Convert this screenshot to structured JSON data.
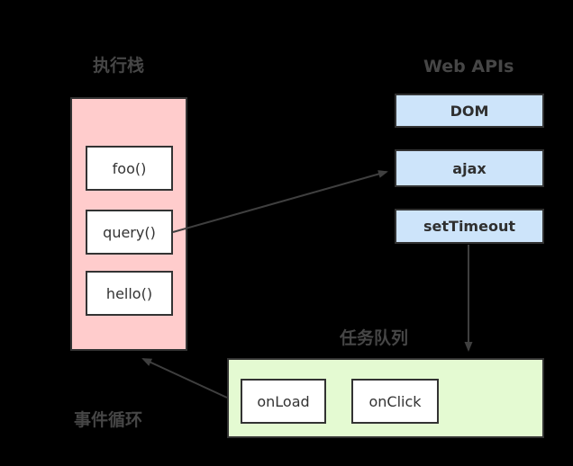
{
  "diagram": {
    "execution_stack": {
      "title": "执行栈",
      "frames": [
        "foo()",
        "query()",
        "hello()"
      ]
    },
    "web_apis": {
      "title": "Web APIs",
      "items": [
        "DOM",
        "ajax",
        "setTimeout"
      ]
    },
    "task_queue": {
      "title": "任务队列",
      "items": [
        "onLoad",
        "onClick"
      ]
    },
    "event_loop_label": "事件循环",
    "arrows": [
      {
        "name": "query-to-ajax",
        "from": "query()",
        "to": "ajax"
      },
      {
        "name": "settimeout-to-task-queue",
        "from": "setTimeout",
        "to": "任务队列"
      },
      {
        "name": "task-queue-to-stack",
        "from": "任务队列",
        "to": "执行栈"
      }
    ],
    "colors": {
      "background": "#000000",
      "stack_fill": "#ffcccc",
      "web_api_fill": "#cde4fa",
      "task_queue_fill": "#e4fad2",
      "box_border": "#333333",
      "arrow": "#3f3f3f",
      "title_text": "#464646",
      "box_text": "#333333"
    }
  }
}
